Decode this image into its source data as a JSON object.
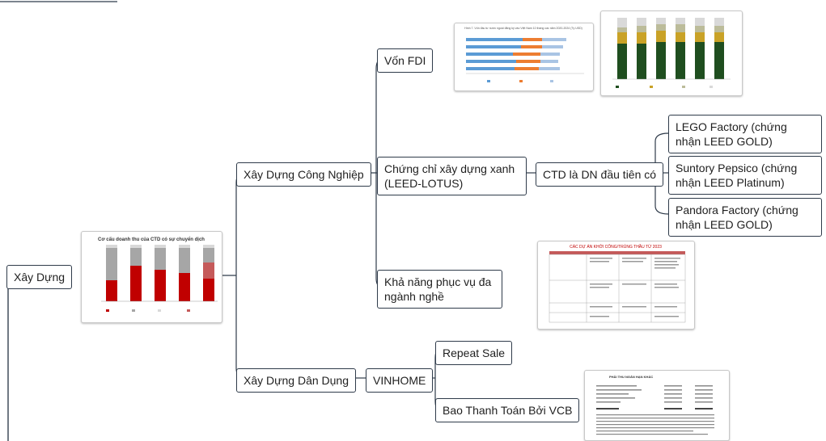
{
  "mindmap": {
    "root": "Xây Dựng",
    "industrial": "Xây Dựng Công Nghiệp",
    "civil": "Xây Dựng Dân Dụng",
    "fdi": "Vốn FDI",
    "green_cert": "Chứng chỉ xây dựng xanh (LEED-LOTUS)",
    "first_company": "CTD là DN đầu tiên có",
    "serve_capability": "Khả năng phục vụ đa ngành nghề",
    "vinhome": "VINHOME",
    "repeat_sale": "Repeat Sale",
    "vcb": "Bao Thanh Toán Bởi VCB",
    "lego": "LEGO Factory (chứng nhận LEED GOLD)",
    "suntory": "Suntory Pepsico (chứng nhận LEED Platinum)",
    "pandora": "Pandora Factory (chứng nhận LEED GOLD)"
  },
  "thumbnails": {
    "revenue_chart_title": "Cơ cấu doanh thu của CTD có sự chuyển dịch",
    "fdi_chart_title": "Hình 7. Vốn đầu tư nước ngoài đăng ký vào Việt Nam 10 tháng các năm 2020-2024 (Tỷ USD)",
    "projects_table_title": "CÁC DỰ ÁN KHỞI CÔNG/TRÚNG THẦU TỪ 2023",
    "receivable_title": "PHẢI THU NGẮN HẠN KHÁC"
  }
}
